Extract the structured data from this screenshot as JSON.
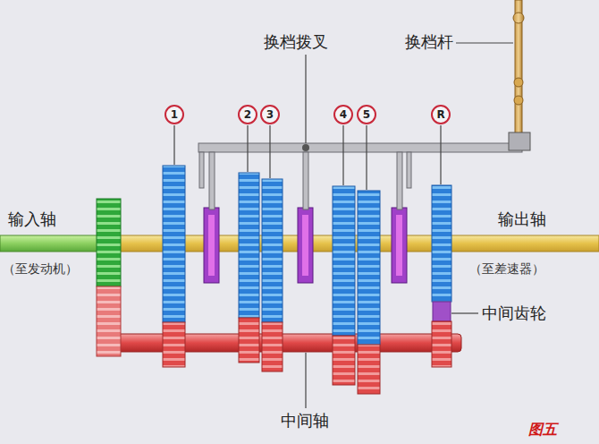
{
  "diagram": {
    "nodes": [
      {
        "text": [
          "1"
        ]
      },
      {
        "text": [
          "2"
        ]
      },
      {
        "text": [
          "3"
        ]
      },
      {
        "text": [
          "4"
        ]
      },
      {
        "text": [
          "5"
        ]
      },
      {
        "text": [
          "R"
        ]
      }
    ],
    "labels": [
      "换档拨叉",
      "换档杆",
      "输入轴",
      "（至发动机）",
      "输出轴",
      "（至差速器）",
      "中间齿轮",
      "中间轴",
      "图五"
    ]
  }
}
